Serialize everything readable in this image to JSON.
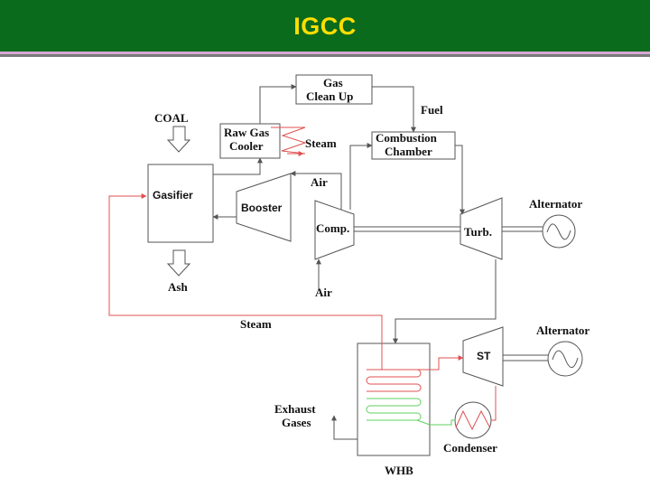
{
  "header": {
    "title": "IGCC"
  },
  "labels": {
    "coal": "COAL",
    "ash": "Ash",
    "gasifier": "Gasifier",
    "raw_gas_line1": "Raw Gas",
    "raw_gas_line2": "Cooler",
    "gas_clean_line1": "Gas",
    "gas_clean_line2": "Clean Up",
    "fuel": "Fuel",
    "steam_top": "Steam",
    "combustion_line1": "Combustion",
    "combustion_line2": "Chamber",
    "air_top": "Air",
    "booster": "Booster",
    "comp": "Comp.",
    "air_bottom": "Air",
    "turb": "Turb.",
    "alternator_1": "Alternator",
    "steam_bottom": "Steam",
    "alternator_2": "Alternator",
    "st": "ST",
    "exhaust_line1": "Exhaust",
    "exhaust_line2": "Gases",
    "condenser": "Condenser",
    "whb": "WHB"
  },
  "colors": {
    "header_bg": "#0b6b1c",
    "title": "#ffde00",
    "steam_line": "#e05050",
    "water_line": "#5fcf5f",
    "line": "#555555"
  }
}
